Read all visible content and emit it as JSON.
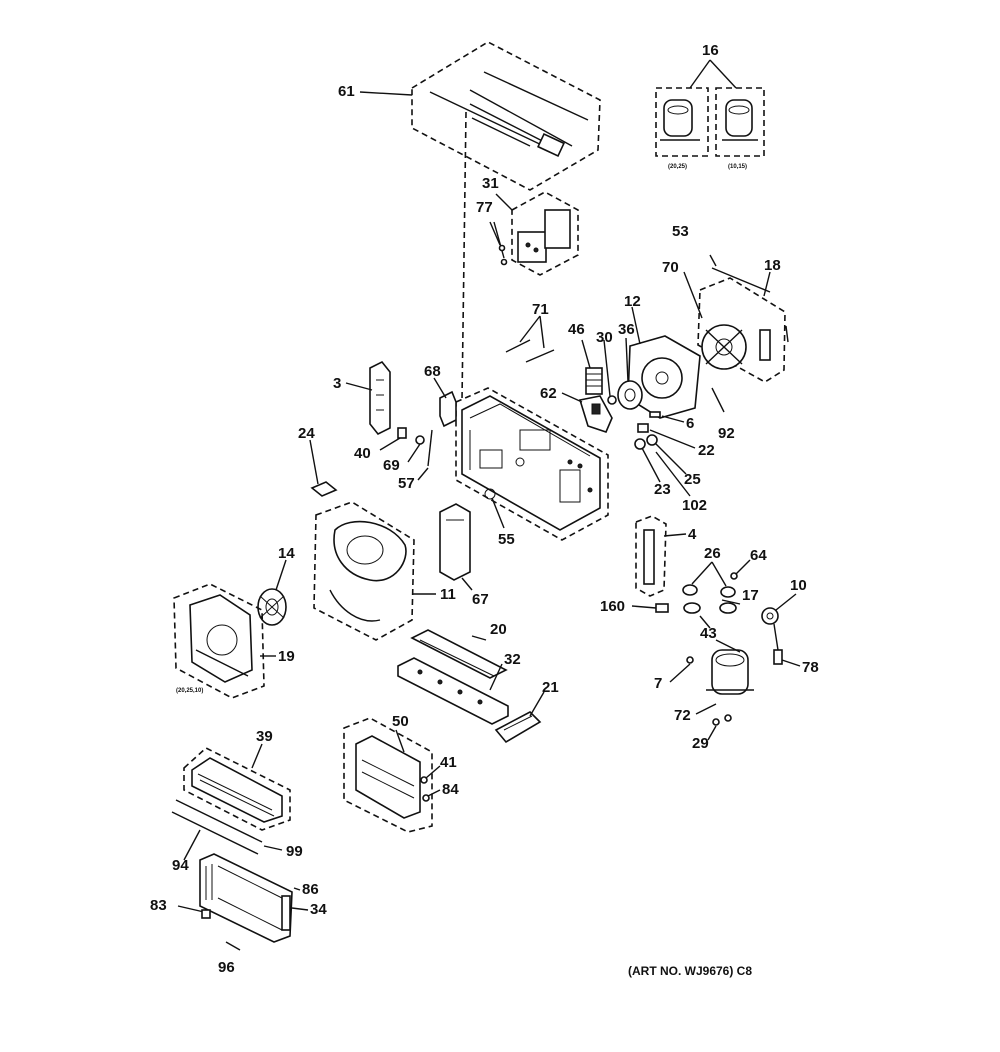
{
  "diagram": {
    "callouts": {
      "c16": "16",
      "c61": "61",
      "c31": "31",
      "c77": "77",
      "c53": "53",
      "c70": "70",
      "c18": "18",
      "c71": "71",
      "c46": "46",
      "c30": "30",
      "c36": "36",
      "c12": "12",
      "c3": "3",
      "c68": "68",
      "c62": "62",
      "c6": "6",
      "c92": "92",
      "c22": "22",
      "c24": "24",
      "c40": "40",
      "c69": "69",
      "c57": "57",
      "c25": "25",
      "c23": "23",
      "c102": "102",
      "c55": "55",
      "c4": "4",
      "c14": "14",
      "c26": "26",
      "c64": "64",
      "c10": "10",
      "c17": "17",
      "c11": "11",
      "c67": "67",
      "c160": "160",
      "c43": "43",
      "c19": "19",
      "c20": "20",
      "c78": "78",
      "c7": "7",
      "c32": "32",
      "c21": "21",
      "c72": "72",
      "c29": "29",
      "c39": "39",
      "c50": "50",
      "c41": "41",
      "c84": "84",
      "c99": "99",
      "c94": "94",
      "c86": "86",
      "c83": "83",
      "c34": "34",
      "c96": "96"
    },
    "small_notes": {
      "compressor_left": "(20,25)",
      "compressor_right": "(10,15)",
      "blower_housing": "(20,25,10)"
    },
    "art_number": "(ART NO. WJ9676) C8"
  }
}
